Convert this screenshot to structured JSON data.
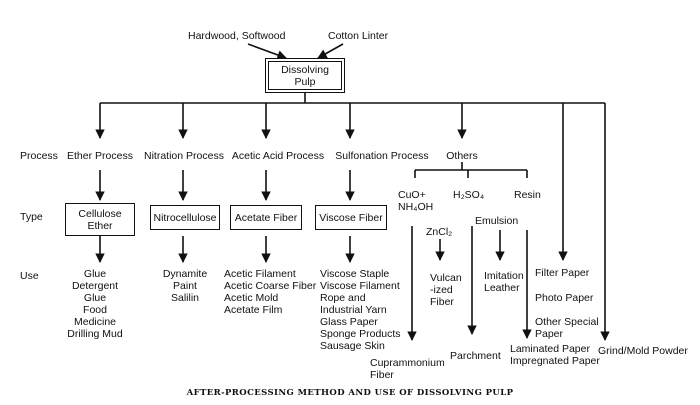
{
  "sources": {
    "wood": "Hardwood, Softwood",
    "cotton": "Cotton Linter"
  },
  "root": {
    "line1": "Dissolving",
    "line2": "Pulp"
  },
  "row_labels": {
    "process": "Process",
    "type": "Type",
    "use": "Use"
  },
  "processes": {
    "ether": "Ether Process",
    "nitration": "Nitration Process",
    "acetic": "Acetic Acid Process",
    "sulfonation": "Sulfonation Process",
    "others": "Others"
  },
  "types": {
    "cellulose_ether_1": "Cellulose",
    "cellulose_ether_2": "Ether",
    "nitrocellulose": "Nitrocellulose",
    "acetate": "Acetate Fiber",
    "viscose": "Viscose Fiber"
  },
  "uses": {
    "ether": [
      "Glue",
      "Detergent",
      "Glue",
      "Food",
      "Medicine",
      "Drilling Mud"
    ],
    "nitration": [
      "Dynamite",
      "Paint",
      "Salilin"
    ],
    "acetic": [
      "Acetic Filament",
      "Acetic Coarse Fiber",
      "Acetic Mold",
      "Acetate Film"
    ],
    "sulfonation": [
      "Viscose Staple",
      "Viscose Filament",
      "Rope and",
      "Industrial Yarn",
      "Glass Paper",
      "Sponge Products",
      "Sausage Skin"
    ]
  },
  "others": {
    "cuo_1": "CuO+",
    "cuo_2": "NH₄OH",
    "h2so4": "H₂SO₄",
    "resin": "Resin",
    "zncl2": "ZnCl₂",
    "emulsion": "Emulsion",
    "vulcan_1": "Vulcan",
    "vulcan_2": "-ized",
    "vulcan_3": "Fiber",
    "imitation_1": "Imitation",
    "imitation_2": "Leather",
    "cupra_1": "Cuprammonium",
    "cupra_2": "Fiber",
    "parchment": "Parchment",
    "laminated_1": "Laminated Paper",
    "laminated_2": "Impregnated Paper"
  },
  "right_uses": {
    "filter": "Filter Paper",
    "photo": "Photo Paper",
    "other_special_1": "Other Special",
    "other_special_2": "Paper",
    "grind": "Grind/Mold Powder"
  },
  "caption": "AFTER-PROCESSING METHOD AND USE OF DISSOLVING PULP"
}
